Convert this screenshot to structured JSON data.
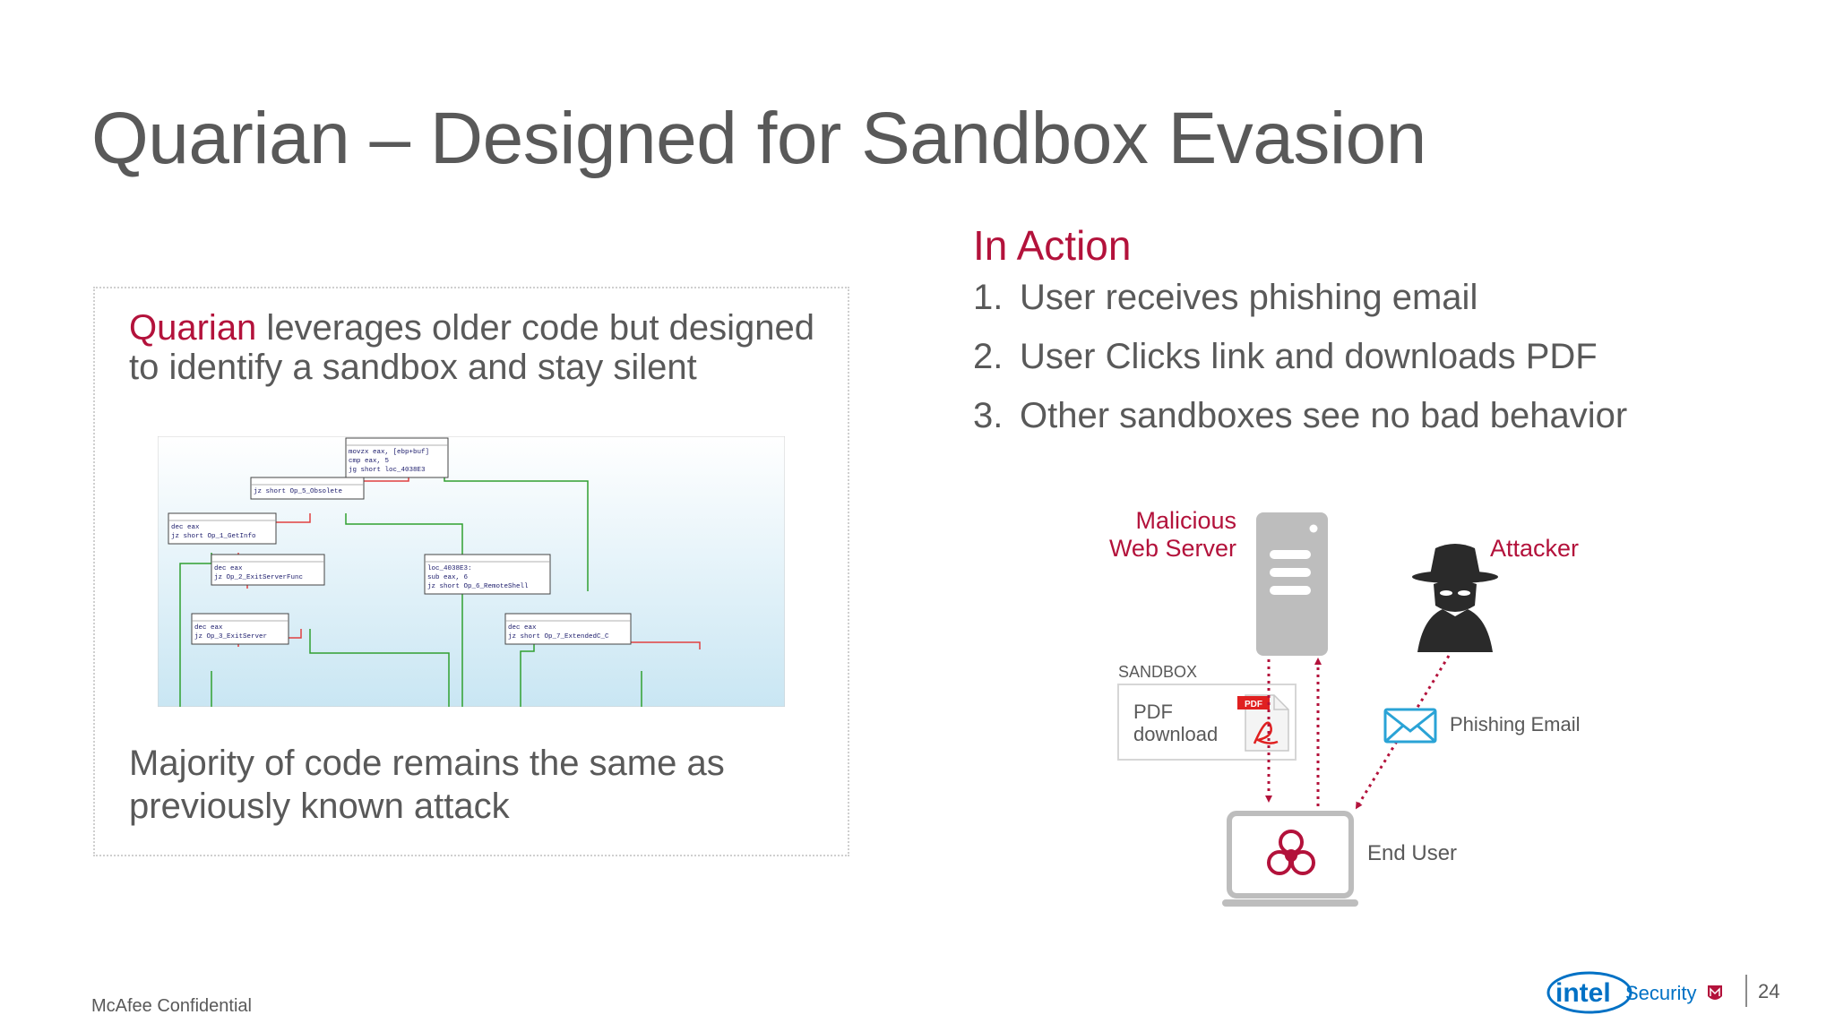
{
  "slide": {
    "title": "Quarian – Designed for Sandbox Evasion",
    "page_number": "24",
    "footer": "McAfee Confidential"
  },
  "left_panel": {
    "intro_highlight": "Quarian",
    "intro_rest": " leverages older code but designed to identify a sandbox and stay silent",
    "code_blocks": [
      [
        "movzx   eax, [ebp+buf]",
        "cmp     eax, 5",
        "jg      short loc_4038E3"
      ],
      [
        "jz      short Op_5_Obsolete"
      ],
      [
        "dec     eax",
        "jz      short Op_1_GetInfo"
      ],
      [
        "dec     eax",
        "jz      Op_2_ExitServerFunc"
      ],
      [
        "loc_4038E3:",
        "sub     eax, 6",
        "jz      short Op_6_RemoteShell"
      ],
      [
        "dec     eax",
        "jz      Op_3_ExitServer"
      ],
      [
        "dec     eax",
        "jz      short Op_7_ExtendedC_C"
      ]
    ],
    "summary": "Majority of code remains the same as previously known attack"
  },
  "right_panel": {
    "heading": "In Action",
    "steps": [
      {
        "num": "1.",
        "text": "User receives phishing email"
      },
      {
        "num": "2.",
        "text": "User Clicks link and downloads PDF"
      },
      {
        "num": "3.",
        "text": "Other sandboxes see no bad behavior"
      }
    ],
    "diagram": {
      "server_label_line1": "Malicious",
      "server_label_line2": "Web Server",
      "attacker_label": "Attacker",
      "sandbox_label": "SANDBOX",
      "pdf_line1": "PDF",
      "pdf_line2": "download",
      "pdf_icon_text": "PDF",
      "phishing_label": "Phishing Email",
      "end_user_label": "End User"
    }
  },
  "logo": {
    "brand": "intel",
    "product": "Security"
  },
  "colors": {
    "accent": "#b3123b",
    "text": "#595959",
    "icon_gray": "#bdbdbd",
    "email_blue": "#2aa3d6"
  }
}
